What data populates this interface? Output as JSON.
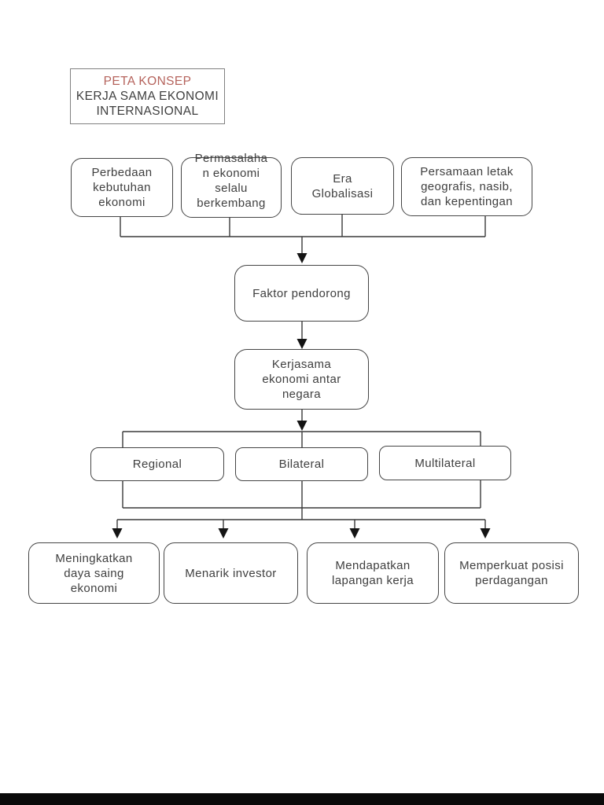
{
  "colors": {
    "accent-red": "#b5635c",
    "text": "#3f3f3f",
    "line": "#3a3a3a",
    "arrow": "#141414",
    "node-border": "#454545",
    "title-border": "#808080",
    "footer-bar": "#0a0a0a",
    "page-bg": "#ffffff"
  },
  "title_box": {
    "heading": "PETA KONSEP",
    "subtitle": "KERJA SAMA EKONOMI\nINTERNASIONAL"
  },
  "diagram": {
    "factors": [
      {
        "label": "Perbedaan\nkebutuhan\nekonomi"
      },
      {
        "label": "Permasalaha\nn ekonomi\nselalu\nberkembang"
      },
      {
        "label": "Era\nGlobalisasi"
      },
      {
        "label": "Persamaan letak\ngeografis, nasib,\ndan kepentingan"
      }
    ],
    "driver": {
      "label": "Faktor pendorong"
    },
    "core": {
      "label": "Kerjasama\nekonomi antar\nnegara"
    },
    "types": [
      {
        "label": "Regional"
      },
      {
        "label": "Bilateral"
      },
      {
        "label": "Multilateral"
      }
    ],
    "benefits": [
      {
        "label": "Meningkatkan\ndaya saing\nekonomi"
      },
      {
        "label": "Menarik investor"
      },
      {
        "label": "Mendapatkan\nlapangan kerja"
      },
      {
        "label": "Memperkuat posisi\nperdagangan"
      }
    ]
  }
}
